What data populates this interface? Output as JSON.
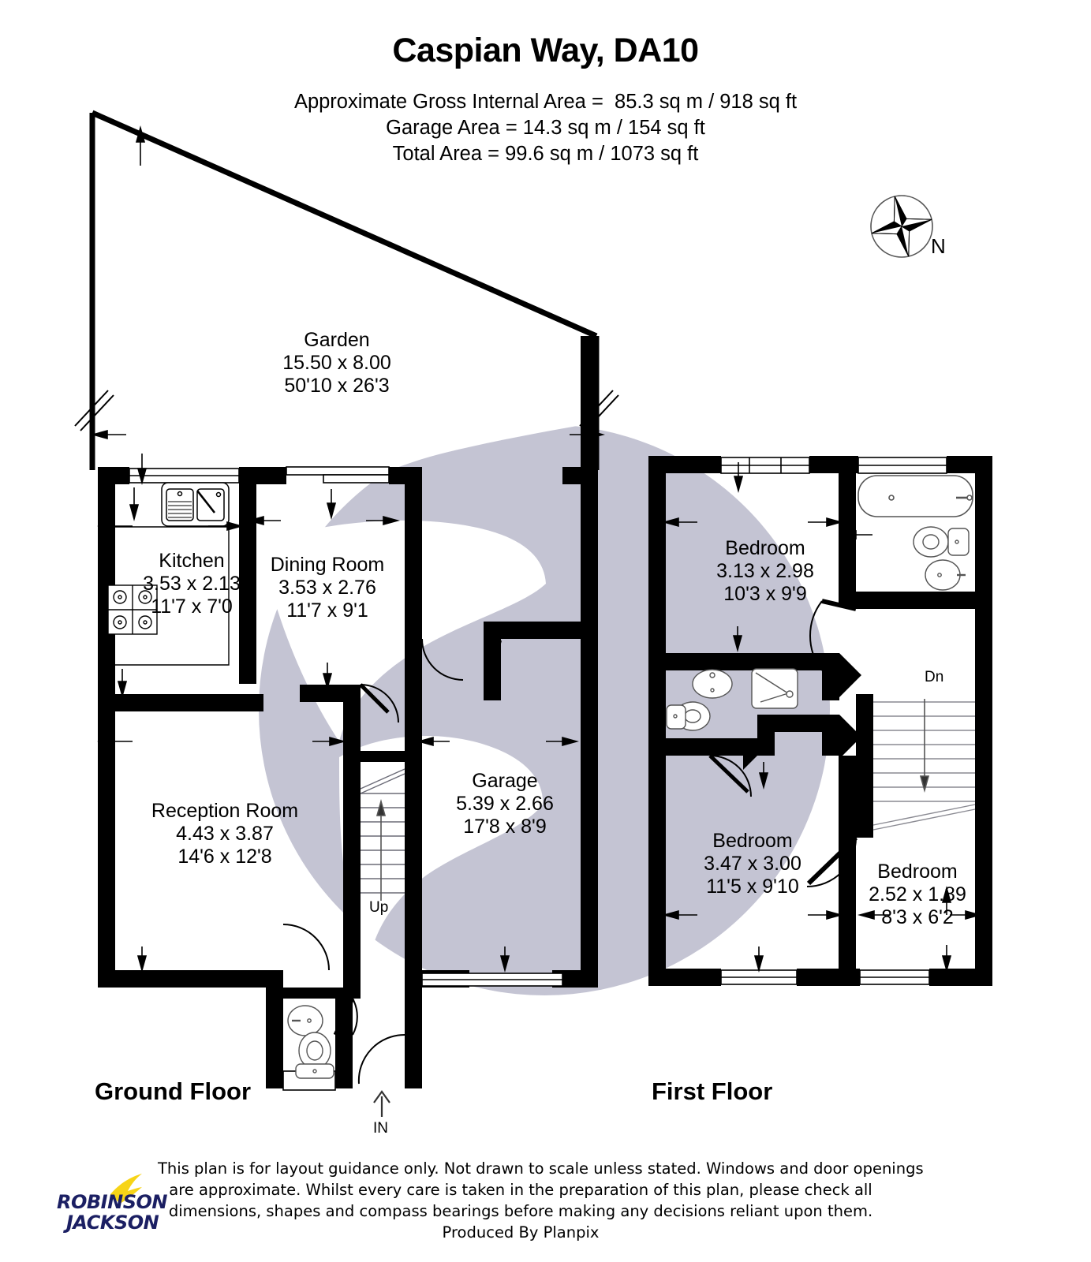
{
  "header": {
    "title": "Caspian Way, DA10",
    "areas": [
      "Approximate Gross Internal Area =  85.3 sq m / 918 sq ft",
      "Garage Area = 14.3 sq m / 154 sq ft",
      "Total Area = 99.6 sq m / 1073 sq ft"
    ]
  },
  "compass": {
    "label": "N"
  },
  "floors": {
    "ground": {
      "caption": "Ground Floor"
    },
    "first": {
      "caption": "First Floor"
    }
  },
  "rooms": {
    "garden": {
      "name": "Garden",
      "metric": "15.50 x 8.00",
      "imperial": "50'10 x 26'3"
    },
    "kitchen": {
      "name": "Kitchen",
      "metric": "3.53 x 2.13",
      "imperial": "11'7 x 7'0"
    },
    "dining": {
      "name": "Dining Room",
      "metric": "3.53 x 2.76",
      "imperial": "11'7 x 9'1"
    },
    "reception": {
      "name": "Reception Room",
      "metric": "4.43 x 3.87",
      "imperial": "14'6 x 12'8"
    },
    "garage": {
      "name": "Garage",
      "metric": "5.39 x 2.66",
      "imperial": "17'8 x 8'9"
    },
    "bedroom1": {
      "name": "Bedroom",
      "metric": "3.13 x 2.98",
      "imperial": "10'3 x 9'9"
    },
    "bedroom2": {
      "name": "Bedroom",
      "metric": "3.47 x 3.00",
      "imperial": "11'5 x 9'10"
    },
    "bedroom3": {
      "name": "Bedroom",
      "metric": "2.52 x 1.89",
      "imperial": "8'3 x 6'2"
    }
  },
  "markers": {
    "stairs_up": "Up",
    "stairs_down": "Dn",
    "entrance": "IN"
  },
  "footer": {
    "disclaimer": [
      "This plan is for layout guidance only. Not drawn to scale unless stated. Windows and door openings",
      "are approximate. Whilst every care is taken in the preparation of this plan, please check all",
      "dimensions, shapes and compass bearings before making any decisions reliant upon them.",
      "Produced By Planpix"
    ],
    "logo_line1": "ROBINSON",
    "logo_line2": "JACKSON"
  },
  "colors": {
    "wall": "#000000",
    "watermark": "#c4c4d3",
    "logo_text": "#1b1f63",
    "logo_arrow": "#f7d417"
  }
}
